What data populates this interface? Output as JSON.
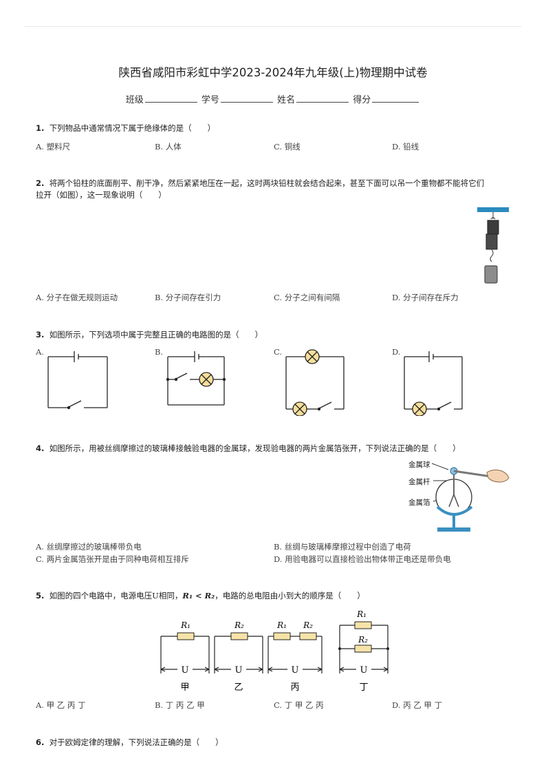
{
  "title": "陕西省咸阳市彩虹中学2023-2024年九年级(上)物理期中试卷",
  "info_fields": [
    "班级",
    "学号",
    "姓名",
    "得分"
  ],
  "questions": [
    {
      "number": "1.",
      "stem": "下列物品中通常情况下属于绝缘体的是（　　）",
      "options": [
        "A. 塑料尺",
        "B. 人体",
        "C. 铜线",
        "D. 铅线"
      ]
    },
    {
      "number": "2.",
      "stem_line1": "将两个铅柱的底面削平、削干净，然后紧紧地压在一起，这时两块铅柱就会结合起来，甚至下面可以吊一个重物都不能将它们",
      "stem_line2": "拉开（如图），这一现象说明（　　）",
      "options": [
        "A. 分子在做无规则运动",
        "B. 分子间存在引力",
        "C. 分子之间有间隔",
        "D. 分子间存在斥力"
      ]
    },
    {
      "number": "3.",
      "stem": "如图所示，下列选项中属于完整且正确的电路图的是（　　）",
      "figure_labels": [
        "A.",
        "B.",
        "C.",
        "D."
      ]
    },
    {
      "number": "4.",
      "stem": "如图所示，用被丝绸摩擦过的玻璃棒接触验电器的金属球，发现验电器的两片金属箔张开，下列说法正确的是（　　）",
      "figure_labels": [
        "金属球",
        "金属杆",
        "金属箔"
      ],
      "options": [
        "A. 丝绸摩擦过的玻璃棒带负电",
        "B. 丝绸与玻璃棒摩擦过程中创造了电荷",
        "C. 两片金属箔张开是由于同种电荷相互排斥",
        "D. 用验电器可以直接检验出物体带正电还是带负电"
      ]
    },
    {
      "number": "5.",
      "stem_pre": "如图的四个电路中，电源电压U相同，",
      "stem_math": "R₁ < R₂",
      "stem_post": "，电路的总电阻由小到大的顺序是（　　）",
      "circuits": [
        {
          "resistors": [
            "R₁"
          ],
          "voltage": "U",
          "name": "甲"
        },
        {
          "resistors": [
            "R₂"
          ],
          "voltage": "U",
          "name": "乙"
        },
        {
          "resistors": [
            "R₁",
            "R₂"
          ],
          "voltage": "U",
          "name": "丙"
        },
        {
          "resistors": [
            "R₁",
            "R₂"
          ],
          "voltage": "U",
          "name": "丁"
        }
      ],
      "options": [
        "A. 甲 乙 丙 丁",
        "B. 丁 丙 乙 甲",
        "C. 丁 甲 乙 丙",
        "D. 丙 乙 甲 丁"
      ]
    },
    {
      "number": "6.",
      "stem": "对于欧姆定律的理解，下列说法正确的是（　　）"
    }
  ]
}
